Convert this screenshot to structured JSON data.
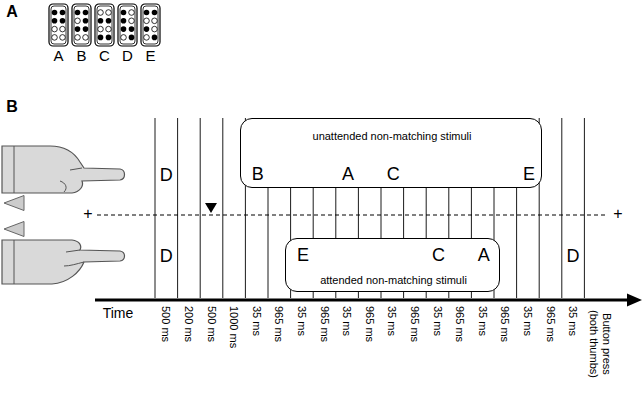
{
  "diagram": {
    "nodes": [
      {
        "text": [
          "unattended non-matching stimuli",
          "B",
          "A",
          "C",
          "E"
        ]
      },
      {
        "text": [
          "attended non-matching stimuli",
          "E",
          "C",
          "A"
        ]
      }
    ],
    "labels": [
      "A",
      "A",
      "B",
      "C",
      "D",
      "E",
      "B",
      "D",
      "D",
      "+",
      "+",
      "D",
      "Time",
      "500 ms",
      "200 ms",
      "500 ms",
      "1000 ms",
      "35 ms",
      "965 ms",
      "35 ms",
      "965 ms",
      "35 ms",
      "965 ms",
      "35 ms",
      "965 ms",
      "35 ms",
      "965 ms",
      "35 ms",
      "965 ms",
      "35 ms",
      "965 ms",
      "35 ms",
      "Button press (both thumbs)"
    ]
  }
}
